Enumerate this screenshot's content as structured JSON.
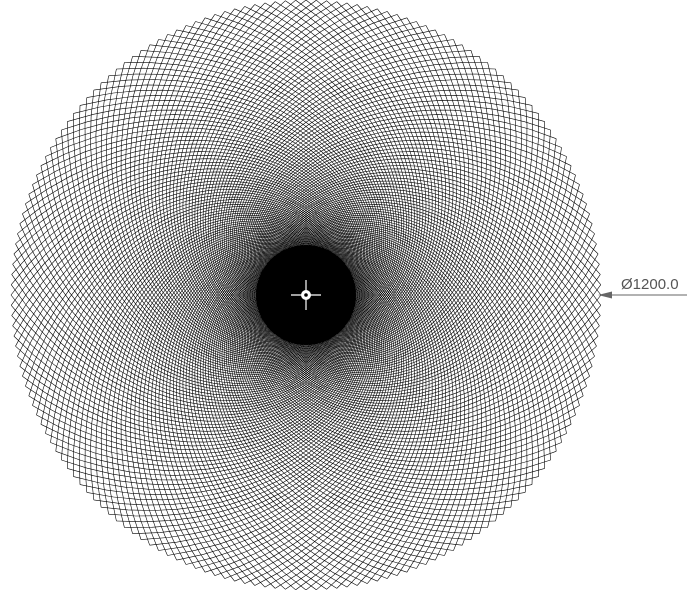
{
  "drawing": {
    "dimension": {
      "label": "Ø1200.0"
    },
    "pattern": {
      "spiral_families": [
        {
          "name": "clockwise",
          "count": 180
        },
        {
          "name": "counterclockwise",
          "count": 180
        }
      ]
    },
    "colors": {
      "line": "#000000",
      "center_fill": "#000000",
      "dimension": "#666666",
      "dimension_text": "#555555",
      "background": "#ffffff"
    },
    "center_mark": {
      "icon": "crosshair-icon"
    }
  }
}
